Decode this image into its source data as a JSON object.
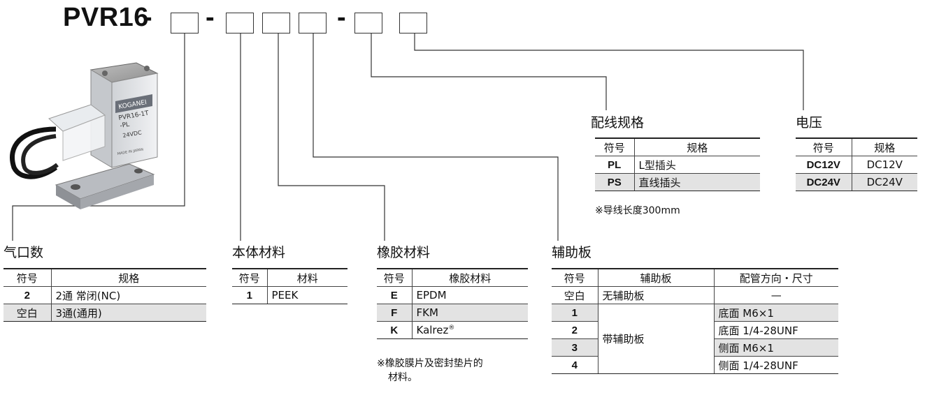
{
  "model": {
    "prefix": "PVR16",
    "separators": [
      "-",
      "-",
      "-"
    ]
  },
  "product_image": {
    "brand_label": "KOGANEI",
    "model_label_1": "PVR16-1T",
    "model_label_2": "-PL",
    "voltage_label": "24VDC",
    "origin_label": "MADE IN JAPAN"
  },
  "ports": {
    "title": "气口数",
    "headers": [
      "符号",
      "规格"
    ],
    "rows": [
      {
        "code": "2",
        "spec": "2通 常闭(NC)"
      },
      {
        "code": "空白",
        "spec": "3通(通用)"
      }
    ]
  },
  "body_material": {
    "title": "本体材料",
    "headers": [
      "符号",
      "材料"
    ],
    "rows": [
      {
        "code": "1",
        "spec": "PEEK"
      }
    ]
  },
  "rubber_material": {
    "title": "橡胶材料",
    "headers": [
      "符号",
      "橡胶材料"
    ],
    "rows": [
      {
        "code": "E",
        "spec": "EPDM"
      },
      {
        "code": "F",
        "spec": "FKM"
      },
      {
        "code": "K",
        "spec": "Kalrez",
        "sup": "®"
      }
    ],
    "note_line1": "※橡胶膜片及密封垫片的",
    "note_line2": "材料。"
  },
  "subplate": {
    "title": "辅助板",
    "headers": [
      "符号",
      "辅助板",
      "配管方向・尺寸"
    ],
    "blank_row": {
      "code": "空白",
      "plate": "无辅助板",
      "piping": "—"
    },
    "merged_plate": "带辅助板",
    "rows": [
      {
        "code": "1",
        "piping": "底面 M6×1"
      },
      {
        "code": "2",
        "piping": "底面 1/4-28UNF"
      },
      {
        "code": "3",
        "piping": "侧面 M6×1"
      },
      {
        "code": "4",
        "piping": "侧面 1/4-28UNF"
      }
    ]
  },
  "wiring": {
    "title": "配线规格",
    "headers": [
      "符号",
      "规格"
    ],
    "rows": [
      {
        "code": "PL",
        "spec": "L型插头"
      },
      {
        "code": "PS",
        "spec": "直线插头"
      }
    ],
    "note": "※导线长度300mm"
  },
  "voltage": {
    "title": "电压",
    "headers": [
      "符号",
      "规格"
    ],
    "rows": [
      {
        "code": "DC12V",
        "spec": "DC12V"
      },
      {
        "code": "DC24V",
        "spec": "DC24V"
      }
    ]
  },
  "colors": {
    "shade": "#e3e3e3",
    "line": "#333333"
  }
}
